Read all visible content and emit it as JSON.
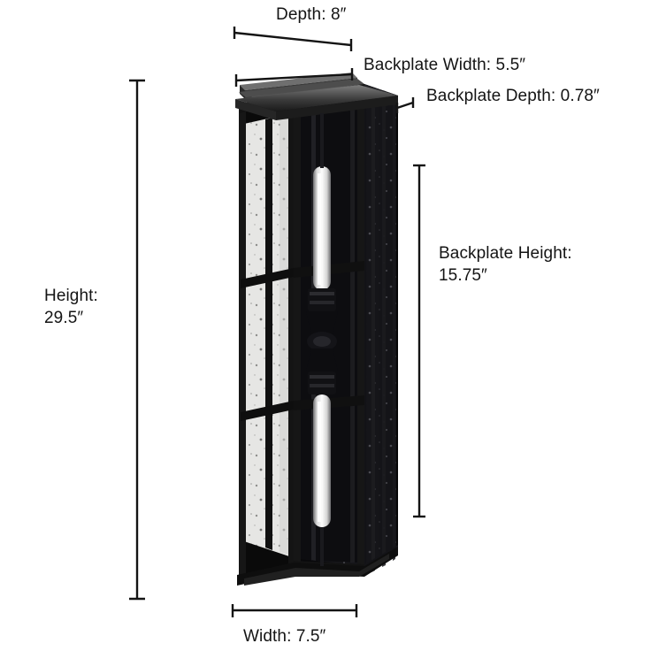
{
  "diagram": {
    "title": "Wall Lantern Dimension Diagram",
    "product": "rectangular outdoor wall lantern with seeded glass panels",
    "background_color": "#ffffff",
    "line_color": "#141414",
    "fixture_color": "#0b0b0b",
    "glass_color": "#e9e9e9"
  },
  "dimensions": {
    "depth": {
      "label": "Depth: 8″",
      "value": 8,
      "unit": "in"
    },
    "backplate_width": {
      "label": "Backplate Width: 5.5″",
      "value": 5.5,
      "unit": "in"
    },
    "backplate_depth": {
      "label": "Backplate Depth: 0.78″",
      "value": 0.78,
      "unit": "in"
    },
    "backplate_height": {
      "label": "Backplate Height:\n15.75″",
      "value": 15.75,
      "unit": "in"
    },
    "height": {
      "label": "Height:\n29.5″",
      "value": 29.5,
      "unit": "in"
    },
    "width": {
      "label": "Width: 7.5″",
      "value": 7.5,
      "unit": "in"
    }
  }
}
